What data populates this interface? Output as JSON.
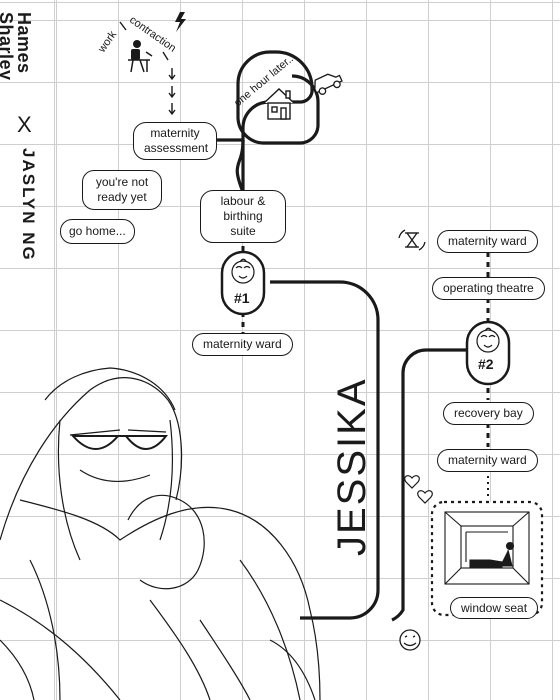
{
  "brand": {
    "logo_line1": "Hames",
    "logo_line2": "Sharley",
    "separator": "X",
    "collaborator": "JASLYN NG"
  },
  "intro": {
    "word_work": "work",
    "word_contraction": "contraction",
    "one_hour_later": "one hour later..."
  },
  "journey1": {
    "maternity_assessment": "maternity assessment",
    "not_ready_bubble": "you're not ready yet",
    "go_home_bubble": "go home...",
    "labour_birthing_suite": "labour & birthing suite",
    "baby_number": "#1",
    "maternity_ward": "maternity ward"
  },
  "journey2": {
    "maternity_ward_top": "maternity ward",
    "operating_theatre": "operating theatre",
    "baby_number": "#2",
    "recovery_bay": "recovery bay",
    "maternity_ward_bottom": "maternity ward",
    "window_seat": "window seat"
  },
  "mother_name": "JESSIKA",
  "icons": {
    "lightning": "lightning-icon",
    "worker": "worker-at-desk-icon",
    "house": "house-icon",
    "car": "car-icon",
    "hourglass": "hourglass-icon",
    "baby": "baby-icon",
    "hearts": "hearts-icon",
    "smiley": "smiley-icon",
    "window": "window-seat-illustration",
    "portrait": "mother-and-child-illustration"
  }
}
